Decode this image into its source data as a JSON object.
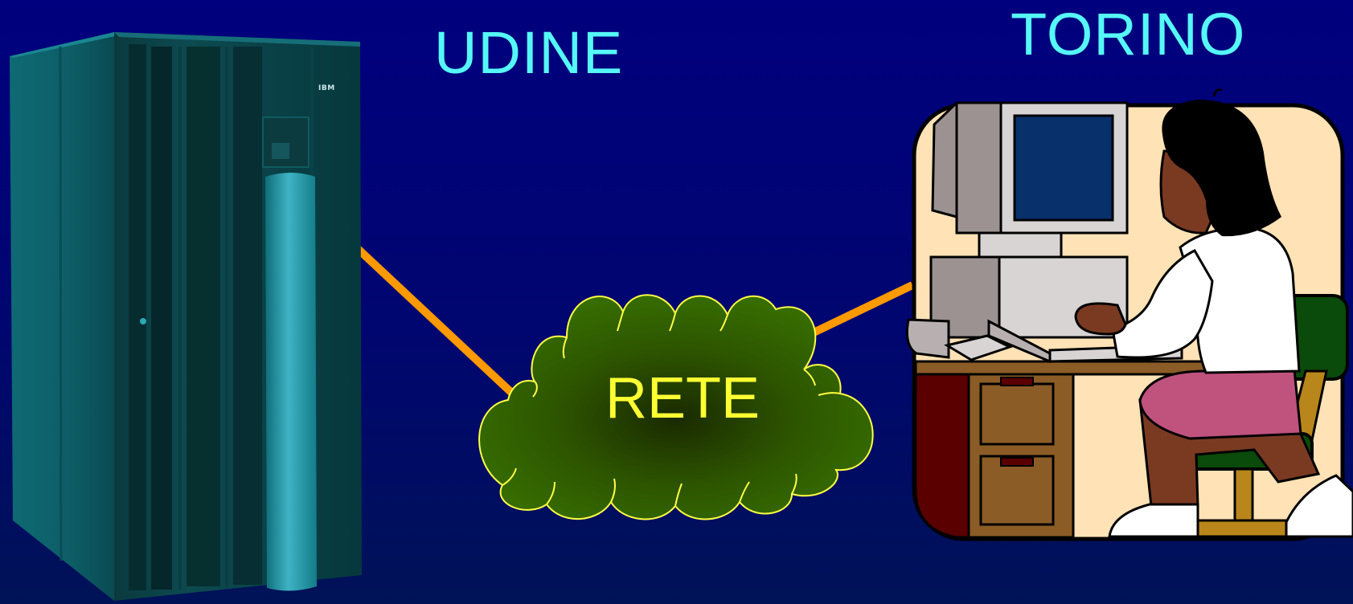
{
  "labels": {
    "udine": "UDINE",
    "torino": "TORINO",
    "rete": "RETE",
    "ibm_badge": "IBM"
  },
  "nodes": [
    {
      "id": "mainframe-server",
      "icon": "mainframe-icon",
      "location_label": "UDINE"
    },
    {
      "id": "network-cloud",
      "icon": "cloud-icon",
      "label": "RETE"
    },
    {
      "id": "workstation",
      "icon": "person-at-computer-icon",
      "location_label": "TORINO"
    }
  ],
  "connections": [
    {
      "from": "mainframe-server",
      "to": "network-cloud"
    },
    {
      "from": "network-cloud",
      "to": "workstation"
    }
  ],
  "colors": {
    "background": "#00007e",
    "city_label": "#55f7f7",
    "rete_label": "#ffff33",
    "cloud_fill": "#356b00",
    "cloud_outline": "#ffff44",
    "link_line": "#ff9900",
    "workstation_bg": "#ffe2b5"
  }
}
